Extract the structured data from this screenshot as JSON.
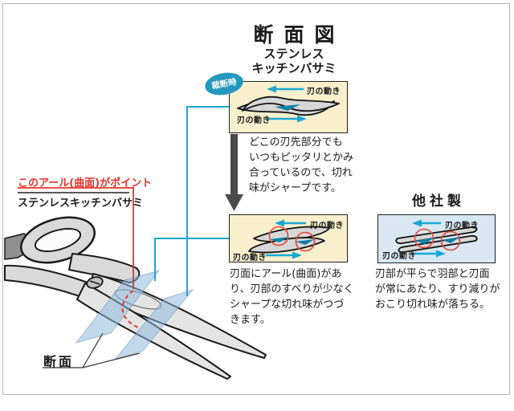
{
  "title": "断面図",
  "subtitle": "ステンレス\nキッチンバサミ",
  "cut_badge": "裁断時",
  "blade_motion_label": "刃の動き",
  "ours": {
    "para_top": "どこの刃先部分でも\nいつもピッタリとかみ\n合っているので、切れ\n味がシャープです。",
    "para_bottom": "刃面にアール(曲面)があ\nり、刃部のすべりが少なく\nシャープな切れ味がつづ\nきます。"
  },
  "competitor": {
    "heading": "他社製",
    "para": "刃部が平らで羽部と刃面\nが常にあたり、すり減りが\nおこり切れ味が落ちる。"
  },
  "scissors": {
    "point_label": "このアール(曲面)がポイント",
    "product_label": "ステンレスキッチンバサミ",
    "section_label": "断面"
  },
  "colors": {
    "accent_cyan": "#1ba7d5",
    "badge_teal": "#2599bd",
    "highlight_red": "#e8332a",
    "box_cream": "#f8efcd",
    "box_light_blue": "#d8e7f1",
    "arrow_dark_gray": "#4a4a4a"
  }
}
